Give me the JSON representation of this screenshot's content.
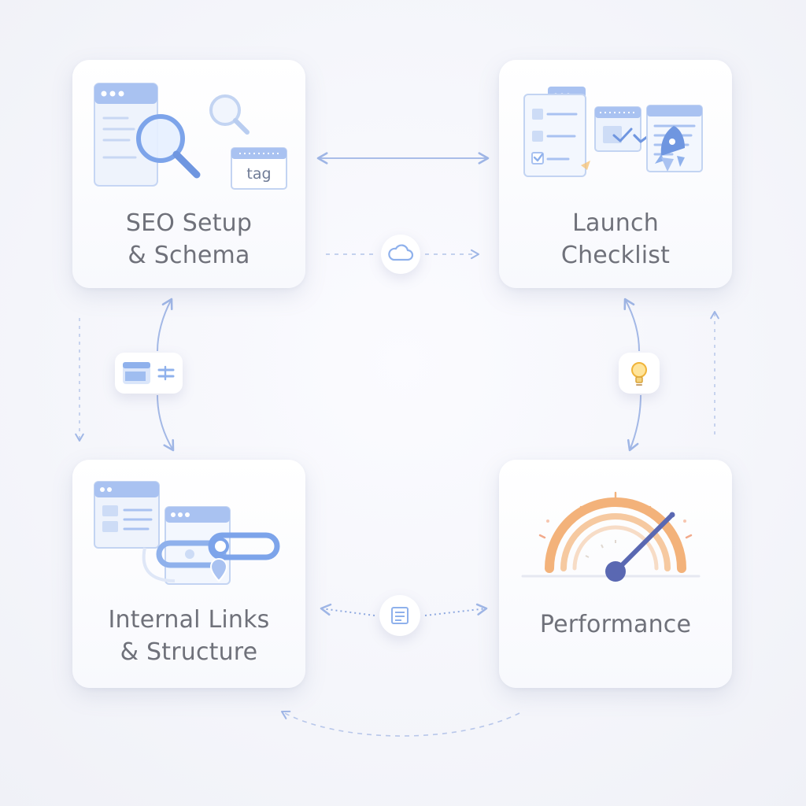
{
  "cards": {
    "seo": {
      "title_line1": "SEO Setup",
      "title_line2": "& Schema",
      "tag_text": "tag"
    },
    "launch": {
      "title_line1": "Launch",
      "title_line2": "Checklist"
    },
    "links": {
      "title_line1": "Internal Links",
      "title_line2": "& Structure"
    },
    "performance": {
      "title_line1": "Performance"
    }
  },
  "connector_icons": {
    "top": "cloud-icon",
    "bottom": "document-icon",
    "left": "layout-icon",
    "right": "lightbulb-icon"
  },
  "colors": {
    "accent_blue": "#8fb1ec",
    "connector": "#9fb6e6",
    "label_text": "#6f717a",
    "gauge_orange": "#f3b27a",
    "gauge_needle": "#5a68b2",
    "bulb_yellow": "#f6c453"
  }
}
